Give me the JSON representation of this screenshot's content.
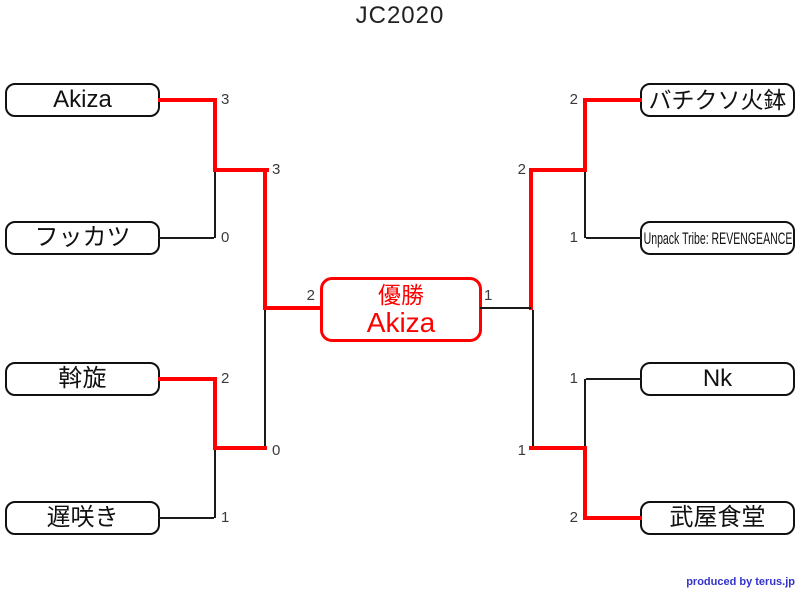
{
  "title": "JC2020",
  "credit": "produced by terus.jp",
  "winner": {
    "label": "優勝",
    "name": "Akiza"
  },
  "bracket": {
    "left": {
      "quarter_top": {
        "p1": {
          "name": "Akiza",
          "score": "3"
        },
        "p2": {
          "name": "フッカツ",
          "score": "0"
        }
      },
      "quarter_bottom": {
        "p1": {
          "name": "斡旋",
          "score": "2"
        },
        "p2": {
          "name": "遅咲き",
          "score": "1"
        }
      },
      "semi": {
        "top_score": "3",
        "bottom_score": "0"
      },
      "final_score": "2"
    },
    "right": {
      "quarter_top": {
        "p1": {
          "name": "バチクソ火鉢",
          "score": "2"
        },
        "p2": {
          "name": "Unpack Tribe: REVENGEANCE",
          "score": "1"
        }
      },
      "quarter_bottom": {
        "p1": {
          "name": "Nk",
          "score": "1"
        },
        "p2": {
          "name": "武屋食堂",
          "score": "2"
        }
      },
      "semi": {
        "top_score": "2",
        "bottom_score": "1"
      },
      "final_score": "1"
    }
  },
  "colors": {
    "advance_path": "#ff0000",
    "line": "#1a1a1a",
    "credit_link": "#3333cc"
  }
}
